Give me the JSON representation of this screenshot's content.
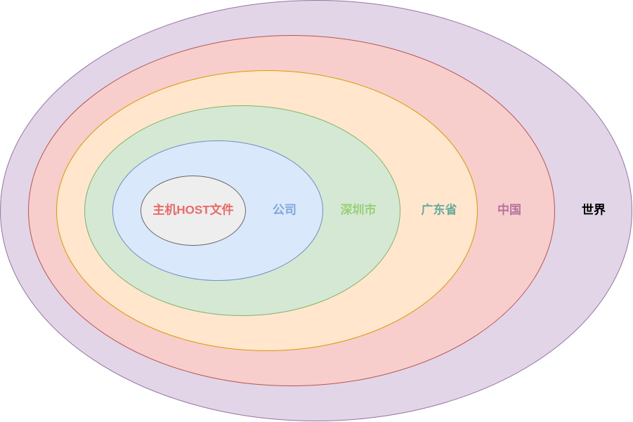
{
  "diagram": {
    "layers": [
      {
        "id": "world",
        "label": "世界",
        "fill": "#e1d5e7",
        "stroke": "#9673a6",
        "label_color": "#000000"
      },
      {
        "id": "china",
        "label": "中国",
        "fill": "#f8cecc",
        "stroke": "#b85450",
        "label_color": "#b5739d"
      },
      {
        "id": "province",
        "label": "广东省",
        "fill": "#ffe6cc",
        "stroke": "#d79b00",
        "label_color": "#67ab9f"
      },
      {
        "id": "city",
        "label": "深圳市",
        "fill": "#d5e8d4",
        "stroke": "#82b366",
        "label_color": "#97d077"
      },
      {
        "id": "company",
        "label": "公司",
        "fill": "#dae8fc",
        "stroke": "#6c8ebf",
        "label_color": "#7ea6e0"
      },
      {
        "id": "host",
        "label": "主机HOST文件",
        "fill": "#eeeeee",
        "stroke": "#666666",
        "label_color": "#ea6b66"
      }
    ]
  }
}
